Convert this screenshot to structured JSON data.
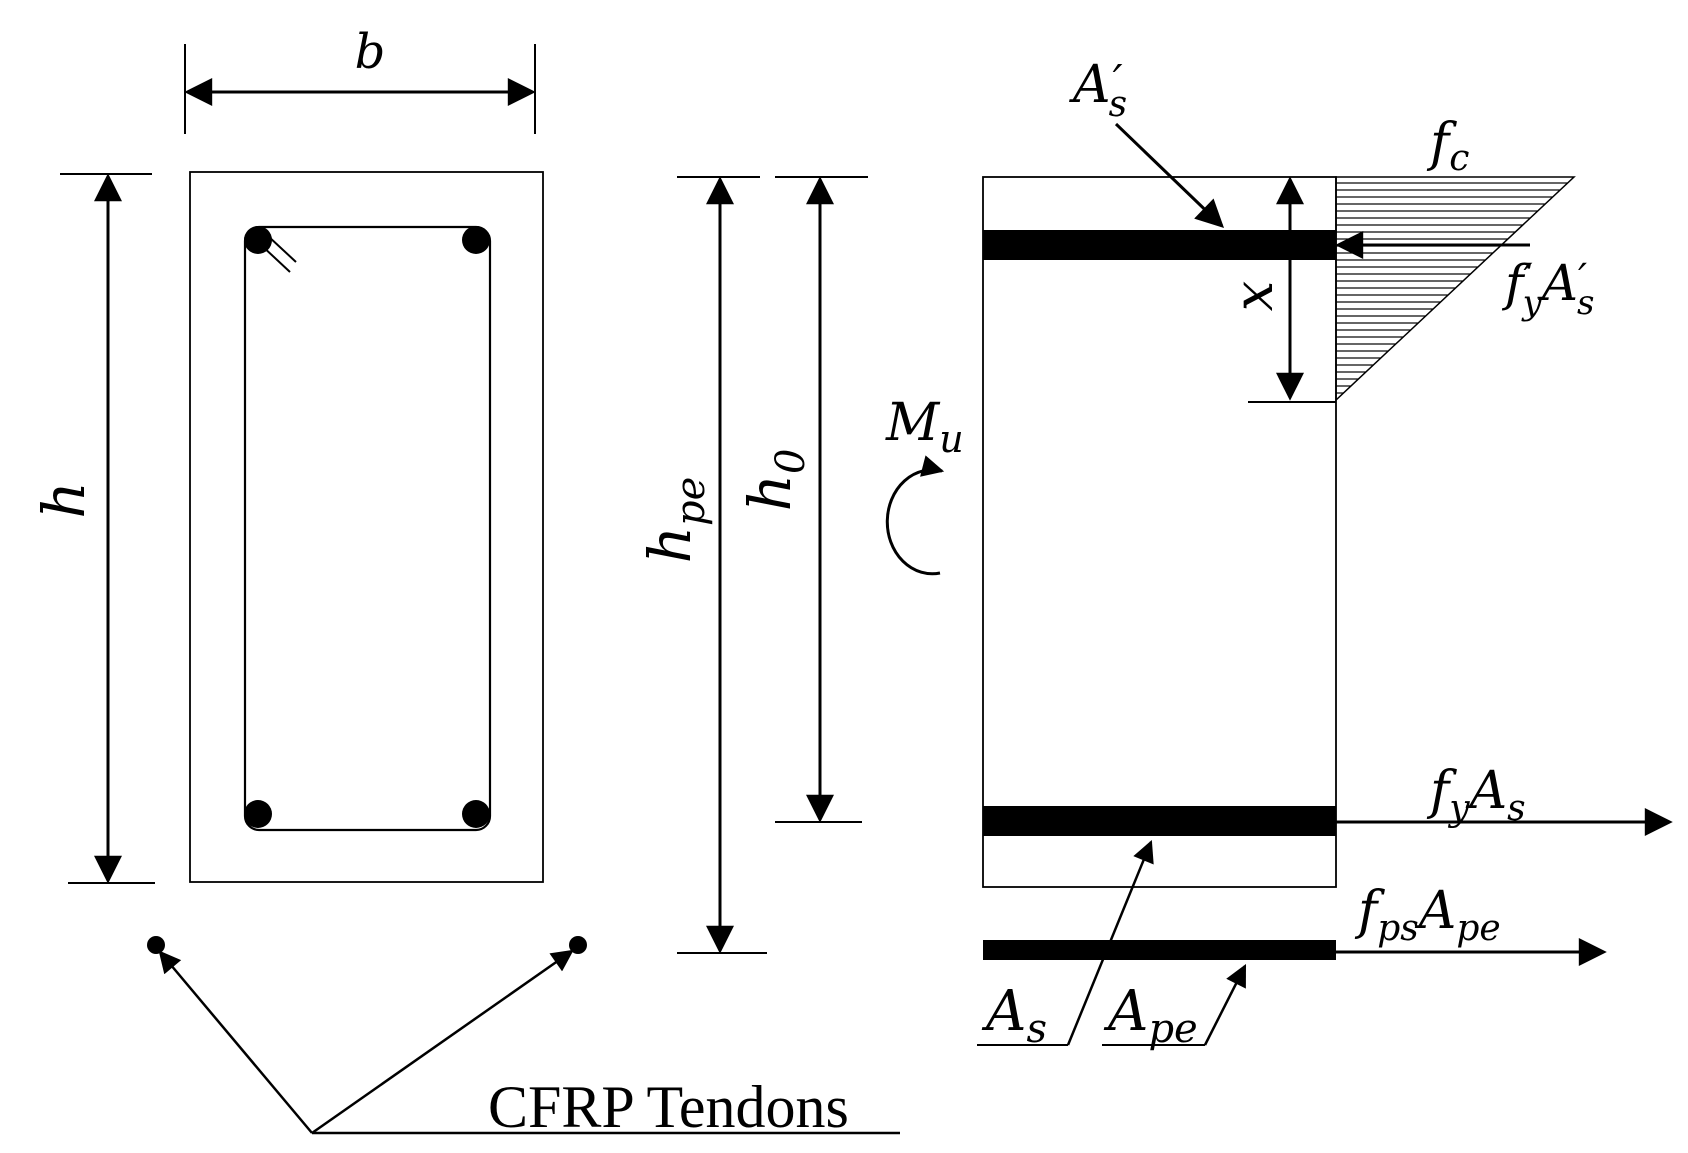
{
  "labels": {
    "b": "b",
    "h": "h",
    "h_pe": {
      "main": "h",
      "sub": "pe"
    },
    "h_0": {
      "main": "h",
      "sub": "0"
    },
    "M_u": {
      "main": "M",
      "sub": "u"
    },
    "x": "x",
    "f_c": {
      "main": "f",
      "sub": "c"
    },
    "As_prime": {
      "main": "A",
      "prime": "′",
      "sub": "s"
    },
    "fy_As_prime": {
      "f": "f",
      "prime1": "′",
      "fsub": "y",
      "A": "A",
      "prime2": "′",
      "Asub": "s"
    },
    "fy_As": {
      "f": "f",
      "fsub": "y",
      "A": "A",
      "Asub": "s"
    },
    "fps_Ape": {
      "f": "f",
      "fsub": "ps",
      "A": "A",
      "Asub": "pe"
    },
    "As": {
      "main": "A",
      "sub": "s"
    },
    "Ape": {
      "main": "A",
      "sub": "pe"
    },
    "cfrp": "CFRP Tendons"
  }
}
